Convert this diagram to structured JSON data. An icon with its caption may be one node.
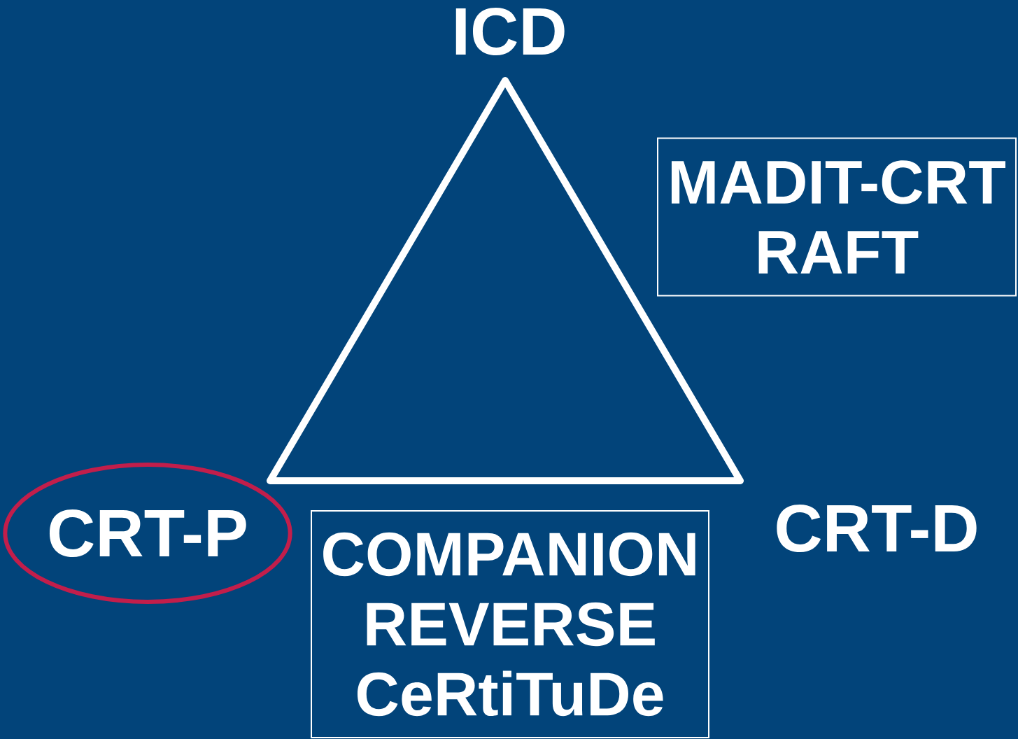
{
  "diagram": {
    "nodes": [
      {
        "text": [
          "MADIT-CRT",
          "RAFT"
        ]
      },
      {
        "text": [
          "CRT-P"
        ]
      },
      {
        "text": [
          "COMPANION",
          "REVERSE",
          "CeRtiTuDe"
        ]
      }
    ],
    "labels": [
      "ICD",
      "CRT-D"
    ]
  }
}
